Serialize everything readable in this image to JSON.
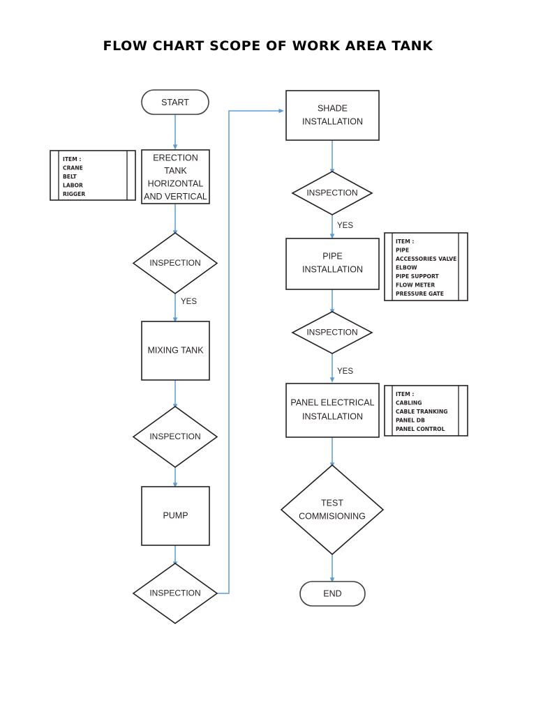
{
  "document": {
    "title": "FLOW CHART SCOPE OF WORK AREA TANK"
  },
  "colors": {
    "connector": "#5B9BD5",
    "shape_stroke": "#231F20",
    "background": "#FFFFFF",
    "text": "#231F20"
  },
  "chart_data": {
    "type": "diagram",
    "diagram_type": "flowchart",
    "title": "FLOW CHART SCOPE OF WORK AREA TANK",
    "nodes": [
      {
        "id": "start",
        "shape": "terminator",
        "label": "START",
        "column": "left"
      },
      {
        "id": "erection",
        "shape": "process",
        "label": "ERECTION TANK HORIZONTAL AND VERTICAL",
        "column": "left"
      },
      {
        "id": "insp1",
        "shape": "decision",
        "label": "INSPECTION",
        "column": "left"
      },
      {
        "id": "mixing",
        "shape": "process",
        "label": "MIXING TANK",
        "column": "left"
      },
      {
        "id": "insp2",
        "shape": "decision",
        "label": "INSPECTION",
        "column": "left"
      },
      {
        "id": "pump",
        "shape": "process",
        "label": "PUMP",
        "column": "left"
      },
      {
        "id": "insp3",
        "shape": "decision",
        "label": "INSPECTION",
        "column": "left"
      },
      {
        "id": "shade",
        "shape": "process",
        "label": "SHADE INSTALLATION",
        "column": "right"
      },
      {
        "id": "insp4",
        "shape": "decision",
        "label": "INSPECTION",
        "column": "right"
      },
      {
        "id": "pipe",
        "shape": "process",
        "label": "PIPE INSTALLATION",
        "column": "right"
      },
      {
        "id": "insp5",
        "shape": "decision",
        "label": "INSPECTION",
        "column": "right"
      },
      {
        "id": "panel",
        "shape": "process",
        "label": "PANEL ELECTRICAL INSTALLATION",
        "column": "right"
      },
      {
        "id": "test",
        "shape": "decision",
        "label": "TEST COMMISIONING",
        "column": "right"
      },
      {
        "id": "end",
        "shape": "terminator",
        "label": "END",
        "column": "right"
      }
    ],
    "edges": [
      {
        "from": "start",
        "to": "erection",
        "label": ""
      },
      {
        "from": "erection",
        "to": "insp1",
        "label": ""
      },
      {
        "from": "insp1",
        "to": "mixing",
        "label": "YES"
      },
      {
        "from": "mixing",
        "to": "insp2",
        "label": ""
      },
      {
        "from": "insp2",
        "to": "pump",
        "label": ""
      },
      {
        "from": "pump",
        "to": "insp3",
        "label": ""
      },
      {
        "from": "insp3",
        "to": "shade",
        "label": ""
      },
      {
        "from": "shade",
        "to": "insp4",
        "label": ""
      },
      {
        "from": "insp4",
        "to": "pipe",
        "label": "YES"
      },
      {
        "from": "pipe",
        "to": "insp5",
        "label": ""
      },
      {
        "from": "insp5",
        "to": "panel",
        "label": "YES"
      },
      {
        "from": "panel",
        "to": "test",
        "label": ""
      },
      {
        "from": "test",
        "to": "end",
        "label": ""
      }
    ]
  },
  "nodes": {
    "start": {
      "label": "START"
    },
    "erection": {
      "line1": "ERECTION",
      "line2": "TANK",
      "line3": "HORIZONTAL",
      "line4": "AND VERTICAL"
    },
    "inspection1": {
      "label": "INSPECTION"
    },
    "mixing_tank": {
      "label": "MIXING TANK"
    },
    "inspection2": {
      "label": "INSPECTION"
    },
    "pump": {
      "label": "PUMP"
    },
    "inspection3": {
      "label": "INSPECTION"
    },
    "shade": {
      "line1": "SHADE",
      "line2": "INSTALLATION"
    },
    "inspection4": {
      "label": "INSPECTION"
    },
    "pipe": {
      "line1": "PIPE",
      "line2": "INSTALLATION"
    },
    "inspection5": {
      "label": "INSPECTION"
    },
    "panel": {
      "line1": "PANEL ELECTRICAL",
      "line2": "INSTALLATION"
    },
    "test": {
      "line1": "TEST",
      "line2": "COMMISIONING"
    },
    "end": {
      "label": "END"
    }
  },
  "item_boxes": {
    "erection_items": {
      "lines": [
        "ITEM :",
        "CRANE",
        "BELT",
        "LABOR",
        "RIGGER"
      ]
    },
    "pipe_items": {
      "lines": [
        "ITEM :",
        "PIPE",
        "ACCESSORIES VALVE",
        "ELBOW",
        "PIPE SUPPORT",
        "FLOW METER",
        "PRESSURE GATE"
      ]
    },
    "panel_items": {
      "lines": [
        "ITEM :",
        "CABLING",
        "CABLE TRANKING",
        "PANEL DB",
        "PANEL CONTROL"
      ]
    }
  },
  "edge_labels": {
    "yes1": "YES",
    "yes2": "YES",
    "yes3": "YES"
  }
}
